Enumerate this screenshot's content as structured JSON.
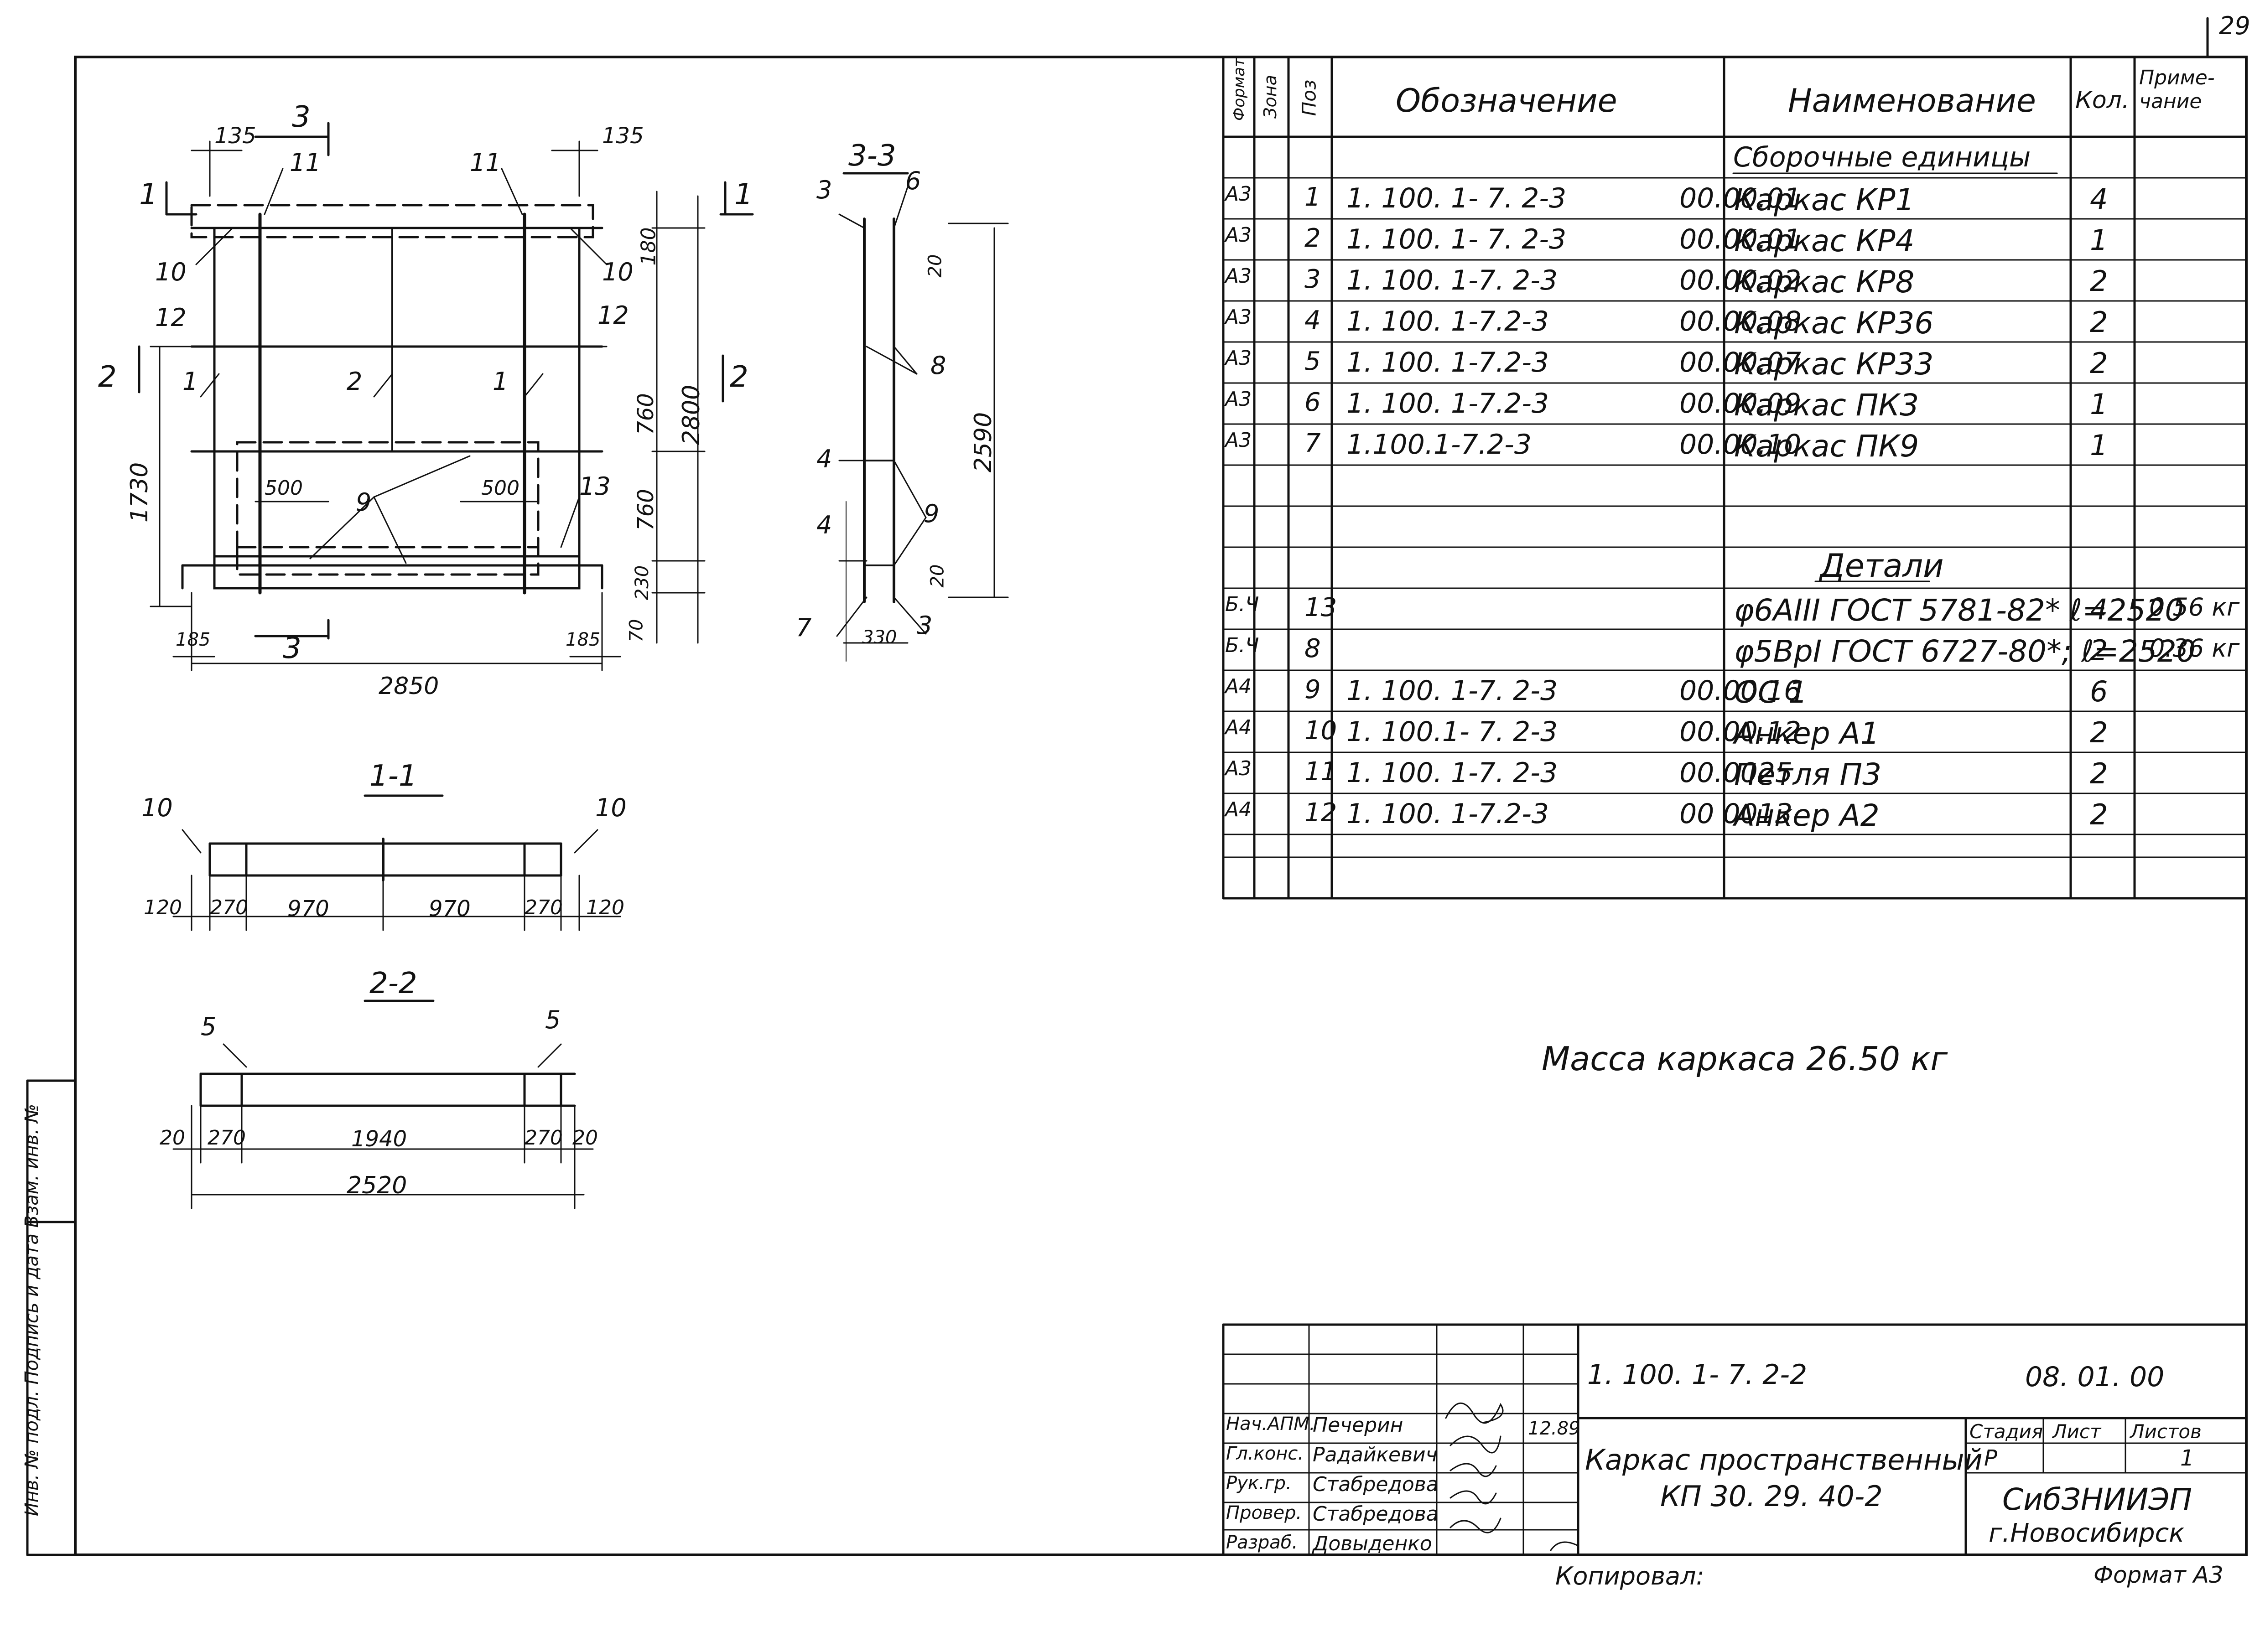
{
  "sheet": {
    "page_number": "29",
    "copied_by": "Копировал:",
    "format": "Формат А3"
  },
  "drawing_labels": {
    "plan_dims": [
      "135",
      "135",
      "180",
      "760",
      "760",
      "230",
      "70",
      "2800",
      "1730",
      "500",
      "500",
      "185",
      "185",
      "2850"
    ],
    "plan_positions": [
      "11",
      "11",
      "10",
      "10",
      "12",
      "12",
      "1",
      "2",
      "1",
      "9",
      "13"
    ],
    "section_marks": [
      "1",
      "1",
      "2",
      "2",
      "3",
      "3"
    ],
    "view_3_3": {
      "title": "3-3",
      "dims": [
        "20",
        "2590",
        "20",
        "330"
      ],
      "positions": [
        "3",
        "6",
        "8",
        "4",
        "4",
        "9",
        "7",
        "3"
      ]
    },
    "view_1_1": {
      "title": "1-1",
      "dims": [
        "120",
        "270",
        "970",
        "970",
        "270",
        "120"
      ],
      "positions": [
        "10",
        "10"
      ]
    },
    "view_2_2": {
      "title": "2-2",
      "dims": [
        "20",
        "270",
        "1940",
        "270",
        "20",
        "2520"
      ],
      "positions": [
        "5",
        "5"
      ]
    }
  },
  "spec_table": {
    "headers": {
      "format": "Формат",
      "zone": "Зона",
      "pos": "Поз",
      "designation": "Обозначение",
      "name": "Наименование",
      "qty": "Кол.",
      "note": "Приме-чание"
    },
    "section_assemblies": "Сборочные единицы",
    "assemblies": [
      {
        "format": "А3",
        "pos": "1",
        "code": "1. 100. 1- 7. 2-3",
        "code2": "00.00.01",
        "name": "Каркас КР1",
        "qty": "4",
        "note": ""
      },
      {
        "format": "А3",
        "pos": "2",
        "code": "1. 100. 1- 7. 2-3",
        "code2": "00.00.01",
        "name": "Каркас КР4",
        "qty": "1",
        "note": ""
      },
      {
        "format": "А3",
        "pos": "3",
        "code": "1. 100. 1-7. 2-3",
        "code2": "00.00.02",
        "name": "Каркас КР8",
        "qty": "2",
        "note": ""
      },
      {
        "format": "А3",
        "pos": "4",
        "code": "1. 100. 1-7.2-3",
        "code2": "00.00.08",
        "name": "Каркас КР36",
        "qty": "2",
        "note": ""
      },
      {
        "format": "А3",
        "pos": "5",
        "code": "1. 100. 1-7.2-3",
        "code2": "00.00.07",
        "name": "Каркас КР33",
        "qty": "2",
        "note": ""
      },
      {
        "format": "А3",
        "pos": "6",
        "code": "1. 100. 1-7.2-3",
        "code2": "00.00.09",
        "name": "Каркас ПК3",
        "qty": "1",
        "note": ""
      },
      {
        "format": "А3",
        "pos": "7",
        "code": "1.100.1-7.2-3",
        "code2": "00.00.10",
        "name": "Каркас ПК9",
        "qty": "1",
        "note": ""
      }
    ],
    "section_details": "Детали",
    "details": [
      {
        "format": "Б.Ч",
        "pos": "13",
        "code": "",
        "code2": "",
        "name": "φ6АIII ГОСТ 5781-82* ℓ=2520",
        "qty": "4",
        "note": "0.56 кг"
      },
      {
        "format": "Б.Ч",
        "pos": "8",
        "code": "",
        "code2": "",
        "name": "φ5ВрI ГОСТ 6727-80*; ℓ=2520",
        "qty": "2",
        "note": "0.36 кг"
      },
      {
        "format": "А4",
        "pos": "9",
        "code": "1. 100. 1-7. 2-3",
        "code2": "00.00.16",
        "name": "ОС 1",
        "qty": "6",
        "note": ""
      },
      {
        "format": "А4",
        "pos": "10",
        "code": "1. 100.1- 7. 2-3",
        "code2": "00.00.12",
        "name": "Анкер А1",
        "qty": "2",
        "note": ""
      },
      {
        "format": "А3",
        "pos": "11",
        "code": "1. 100. 1-7. 2-3",
        "code2": "00.0025",
        "name": "Петля П3",
        "qty": "2",
        "note": ""
      },
      {
        "format": "А4",
        "pos": "12",
        "code": "1. 100. 1-7.2-3",
        "code2": "00 0013",
        "name": "Анкер А2",
        "qty": "2",
        "note": ""
      }
    ]
  },
  "mass_note": "Масса каркаса 26.50 кг",
  "title_block": {
    "doc_code": "1. 100. 1- 7. 2-2",
    "doc_code2": "08. 01. 00",
    "title_line1": "Каркас пространственный",
    "title_line2": "КП 30. 29. 40-2",
    "stage_label": "Стадия",
    "sheet_label": "Лист",
    "sheets_label": "Листов",
    "stage_value": "Р",
    "sheets_value": "1",
    "org_line1": "СибЗНИИЭП",
    "org_line2": "г.Новосибирск",
    "date": "12.89",
    "staff": [
      {
        "role": "Нач.АПМ.",
        "name": "Печерин"
      },
      {
        "role": "Гл.конс.",
        "name": "Радайкевич"
      },
      {
        "role": "Рук.гр.",
        "name": "Стабредова"
      },
      {
        "role": "Провер.",
        "name": "Стабредова"
      },
      {
        "role": "Разраб.",
        "name": "Довыденко"
      }
    ]
  },
  "left_margin_strip": "Инв. № подл.   Подпись и дата   Взам. инв. №"
}
